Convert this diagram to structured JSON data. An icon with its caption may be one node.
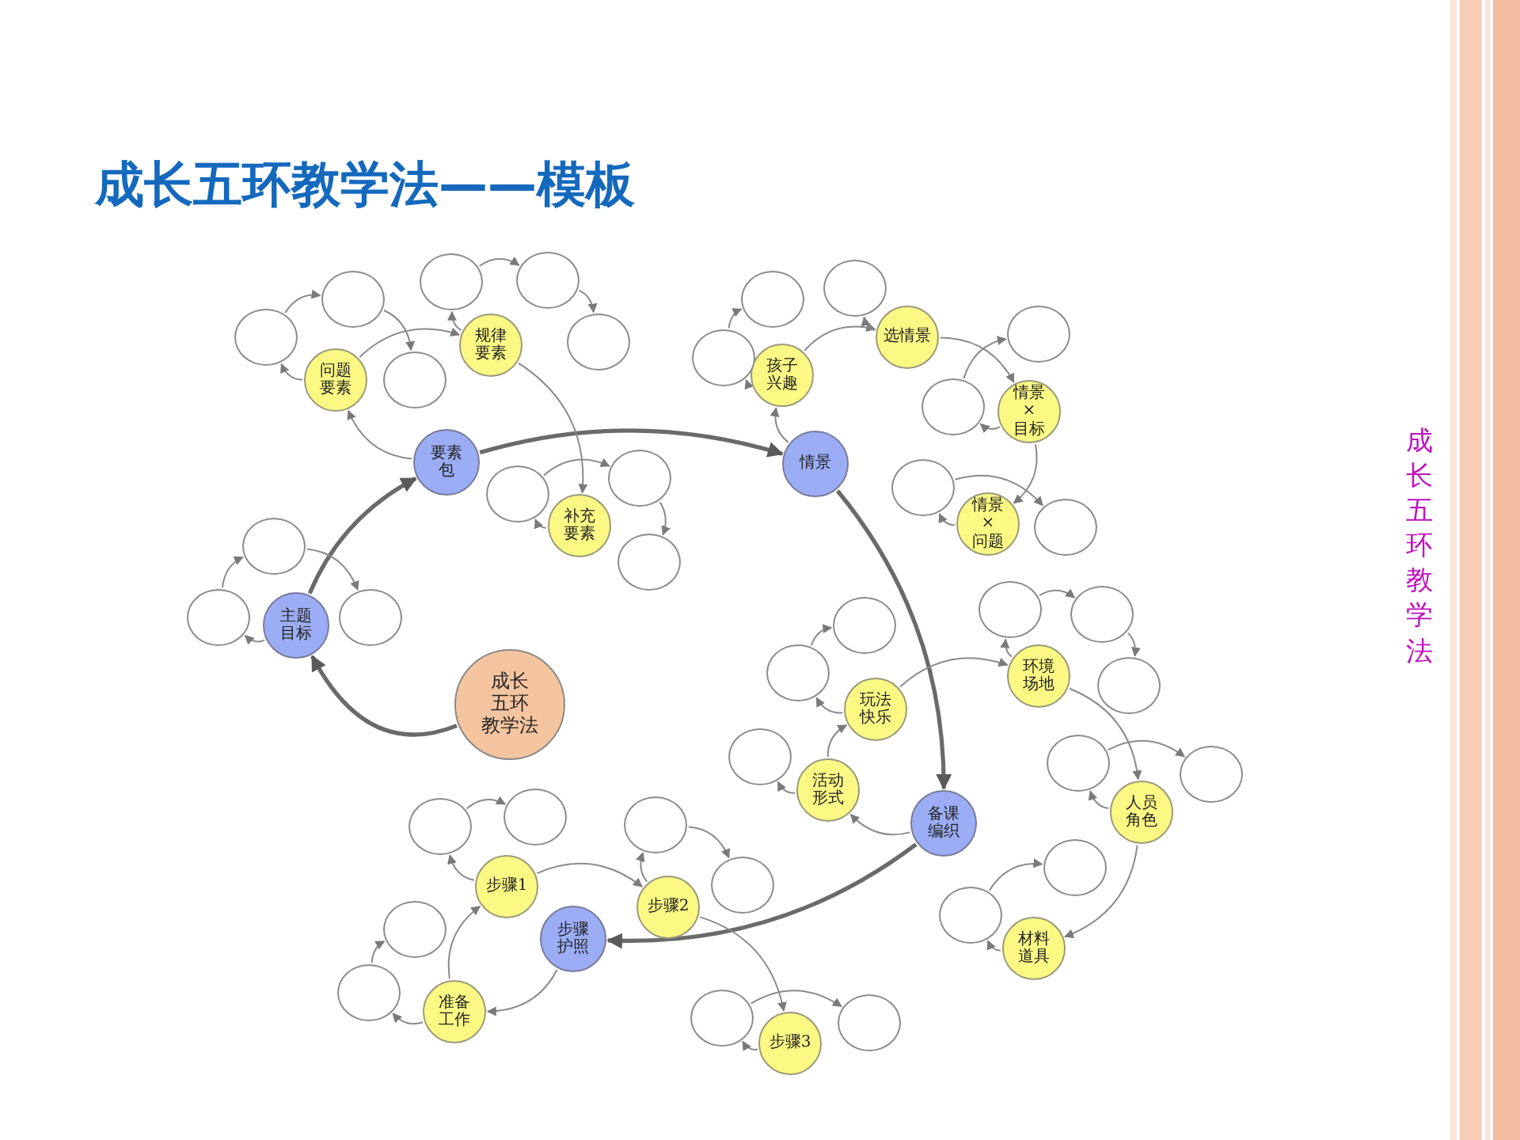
{
  "diagram": {
    "title": "成长五环教学法——模板",
    "nodes": [
      {
        "text": [
          "成长五环教学法"
        ]
      },
      {
        "text": [
          "主题目标"
        ]
      },
      {
        "text": [
          "要素包"
        ]
      },
      {
        "text": [
          "情景"
        ]
      },
      {
        "text": [
          "备课编织"
        ]
      },
      {
        "text": [
          "步骤护照"
        ]
      },
      {
        "text": [
          "问题要素"
        ]
      },
      {
        "text": [],
        "shape": "circle"
      },
      {
        "text": [],
        "shape": "circle"
      },
      {
        "text": [],
        "shape": "circle"
      },
      {
        "text": [
          "规律要素"
        ]
      },
      {
        "text": [],
        "shape": "circle"
      },
      {
        "text": [],
        "shape": "circle"
      },
      {
        "text": [],
        "shape": "circle"
      },
      {
        "text": [
          "补充要素"
        ]
      },
      {
        "text": [],
        "shape": "circle"
      },
      {
        "text": [],
        "shape": "circle"
      },
      {
        "text": [],
        "shape": "circle"
      },
      {
        "text": [],
        "shape": "circle"
      },
      {
        "text": [],
        "shape": "circle"
      },
      {
        "text": [],
        "shape": "circle"
      },
      {
        "text": [
          "孩子兴趣"
        ]
      },
      {
        "text": [],
        "shape": "circle"
      },
      {
        "text": [],
        "shape": "circle"
      },
      {
        "text": [
          "选情景"
        ]
      },
      {
        "text": [],
        "shape": "circle"
      },
      {
        "text": [
          "情景×目标"
        ]
      },
      {
        "text": [],
        "shape": "circle"
      },
      {
        "text": [],
        "shape": "circle"
      },
      {
        "text": [
          "情景×问题"
        ]
      },
      {
        "text": [],
        "shape": "circle"
      },
      {
        "text": [],
        "shape": "circle"
      },
      {
        "text": [
          "玩法快乐"
        ]
      },
      {
        "text": [],
        "shape": "circle"
      },
      {
        "text": [],
        "shape": "circle"
      },
      {
        "text": [
          "活动形式"
        ]
      },
      {
        "text": [],
        "shape": "circle"
      },
      {
        "text": [
          "环境场地"
        ]
      },
      {
        "text": [],
        "shape": "circle"
      },
      {
        "text": [],
        "shape": "circle"
      },
      {
        "text": [],
        "shape": "circle"
      },
      {
        "text": [
          "人员角色"
        ]
      },
      {
        "text": [],
        "shape": "circle"
      },
      {
        "text": [],
        "shape": "circle"
      },
      {
        "text": [
          "材料道具"
        ]
      },
      {
        "text": [],
        "shape": "circle"
      },
      {
        "text": [],
        "shape": "circle"
      },
      {
        "text": [
          "步骤1"
        ]
      },
      {
        "text": [],
        "shape": "circle"
      },
      {
        "text": [],
        "shape": "circle"
      },
      {
        "text": [
          "步骤2"
        ]
      },
      {
        "text": [],
        "shape": "circle"
      },
      {
        "text": [],
        "shape": "circle"
      },
      {
        "text": [
          "步骤3"
        ]
      },
      {
        "text": [],
        "shape": "circle"
      },
      {
        "text": [],
        "shape": "circle"
      },
      {
        "text": [
          "准备工作"
        ]
      },
      {
        "text": [],
        "shape": "circle"
      },
      {
        "text": [],
        "shape": "circle"
      }
    ],
    "edges": [
      {
        "from": 0,
        "to": 1,
        "arrow": "to",
        "style": "thick"
      },
      {
        "from": 1,
        "to": 2,
        "arrow": "to",
        "style": "thick"
      },
      {
        "from": 2,
        "to": 3,
        "arrow": "to",
        "style": "thick"
      },
      {
        "from": 3,
        "to": 4,
        "arrow": "to",
        "style": "thick"
      },
      {
        "from": 4,
        "to": 5,
        "arrow": "to",
        "style": "thick"
      },
      {
        "from": 6,
        "to": 7,
        "arrow": "to"
      },
      {
        "from": 7,
        "to": 8,
        "arrow": "to"
      },
      {
        "from": 8,
        "to": 9,
        "arrow": "to"
      },
      {
        "from": 10,
        "to": 11,
        "arrow": "to"
      },
      {
        "from": 11,
        "to": 12,
        "arrow": "to"
      },
      {
        "from": 12,
        "to": 13,
        "arrow": "to"
      },
      {
        "from": 2,
        "to": 6,
        "arrow": "to"
      },
      {
        "from": 6,
        "to": 10,
        "arrow": "to"
      },
      {
        "from": 10,
        "to": 14,
        "arrow": "to"
      },
      {
        "from": 14,
        "to": 15,
        "arrow": "to"
      },
      {
        "from": 15,
        "to": 16,
        "arrow": "to"
      },
      {
        "from": 16,
        "to": 17,
        "arrow": "to"
      },
      {
        "from": 1,
        "to": 19,
        "arrow": "to"
      },
      {
        "from": 19,
        "to": 18,
        "arrow": "to"
      },
      {
        "from": 18,
        "to": 20,
        "arrow": "to"
      },
      {
        "from": 3,
        "to": 21,
        "arrow": "to"
      },
      {
        "from": 21,
        "to": 22,
        "arrow": "to"
      },
      {
        "from": 22,
        "to": 23,
        "arrow": "to"
      },
      {
        "from": 21,
        "to": 24,
        "arrow": "to"
      },
      {
        "from": 24,
        "to": 25,
        "arrow": "to"
      },
      {
        "from": 24,
        "to": 26,
        "arrow": "to"
      },
      {
        "from": 26,
        "to": 27,
        "arrow": "to"
      },
      {
        "from": 27,
        "to": 28,
        "arrow": "to"
      },
      {
        "from": 26,
        "to": 29,
        "arrow": "to"
      },
      {
        "from": 29,
        "to": 30,
        "arrow": "to"
      },
      {
        "from": 30,
        "to": 31,
        "arrow": "to"
      },
      {
        "from": 4,
        "to": 35,
        "arrow": "to"
      },
      {
        "from": 35,
        "to": 36,
        "arrow": "to"
      },
      {
        "from": 35,
        "to": 32,
        "arrow": "to"
      },
      {
        "from": 32,
        "to": 33,
        "arrow": "to"
      },
      {
        "from": 33,
        "to": 34,
        "arrow": "to"
      },
      {
        "from": 32,
        "to": 37,
        "arrow": "to"
      },
      {
        "from": 37,
        "to": 38,
        "arrow": "to"
      },
      {
        "from": 38,
        "to": 39,
        "arrow": "to"
      },
      {
        "from": 39,
        "to": 40,
        "arrow": "to"
      },
      {
        "from": 37,
        "to": 41,
        "arrow": "to"
      },
      {
        "from": 41,
        "to": 42,
        "arrow": "to"
      },
      {
        "from": 42,
        "to": 43,
        "arrow": "to"
      },
      {
        "from": 41,
        "to": 44,
        "arrow": "to"
      },
      {
        "from": 44,
        "to": 46,
        "arrow": "to"
      },
      {
        "from": 46,
        "to": 45,
        "arrow": "to"
      },
      {
        "from": 5,
        "to": 56,
        "arrow": "to"
      },
      {
        "from": 56,
        "to": 58,
        "arrow": "to"
      },
      {
        "from": 58,
        "to": 57,
        "arrow": "to"
      },
      {
        "from": 56,
        "to": 47,
        "arrow": "to"
      },
      {
        "from": 47,
        "to": 48,
        "arrow": "to"
      },
      {
        "from": 48,
        "to": 49,
        "arrow": "to"
      },
      {
        "from": 47,
        "to": 50,
        "arrow": "to"
      },
      {
        "from": 50,
        "to": 51,
        "arrow": "to"
      },
      {
        "from": 51,
        "to": 52,
        "arrow": "to"
      },
      {
        "from": 50,
        "to": 53,
        "arrow": "to"
      },
      {
        "from": 53,
        "to": 54,
        "arrow": "to"
      },
      {
        "from": 54,
        "to": 55,
        "arrow": "to"
      }
    ],
    "labels": [
      "成长五环教学法"
    ]
  }
}
